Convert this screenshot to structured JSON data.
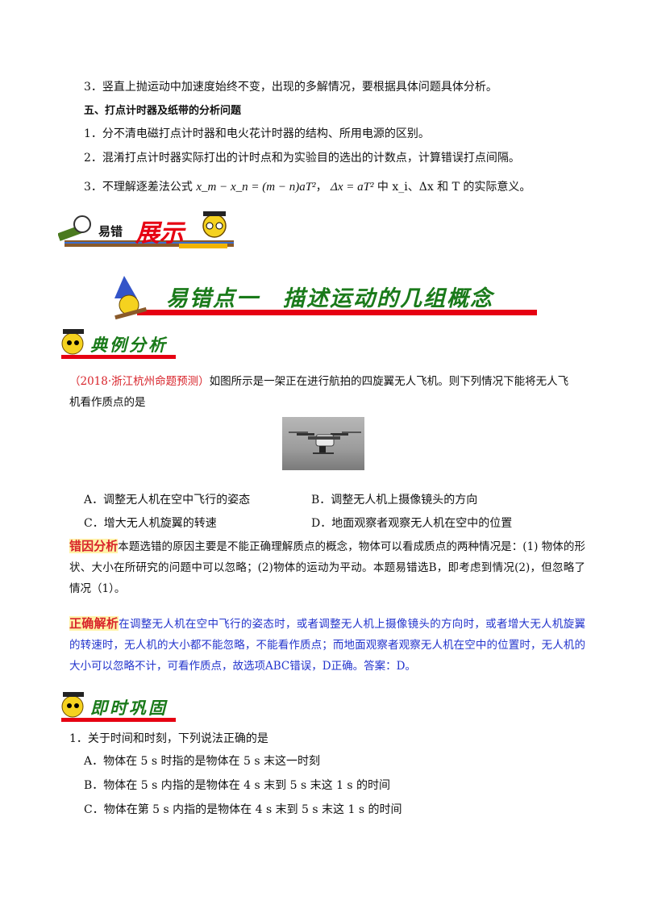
{
  "top": {
    "item3": "3．竖直上抛运动中加速度始终不变，出现的多解情况，要根据具体问题具体分析。",
    "section5_title": "五、打点计时器及纸带的分析问题",
    "s5_item1": "1．分不清电磁打点计时器和电火花计时器的结构、所用电源的区别。",
    "s5_item2": "2．混淆打点计时器实际打出的计时点和为实验目的选出的计数点，计算错误打点间隔。",
    "s5_item3_prefix": "3．不理解逐差法公式",
    "s5_item3_formula1": "x_m − x_n = (m − n)aT²",
    "s5_item3_formula2": "Δx = aT²",
    "s5_item3_suffix": "中 x_i、Δx 和 T 的实际意义。"
  },
  "banners": {
    "show_prefix": "易错",
    "show_main": "展示",
    "point1": "易错点一　描述运动的几组概念",
    "example": "典例分析",
    "consolidate": "即时巩固"
  },
  "example": {
    "source": "（2018·浙江杭州命题预测）",
    "question_line1": "如图所示是一架正在进行航拍的四旋翼无人飞机。则下列情况下能将无人飞",
    "question_line2": "机看作质点的是",
    "options": {
      "A": "A．调整无人机在空中飞行的姿态",
      "B": "B．调整无人机上摄像镜头的方向",
      "C": "C．增大无人机旋翼的转速",
      "D": "D．地面观察者观察无人机在空中的位置"
    },
    "error_label": "错因分析",
    "error_text": "本题选错的原因主要是不能正确理解质点的概念，物体可以看成质点的两种情况是：(1) 物体的形状、大小在所研究的问题中可以忽略；(2)物体的运动为平动。本题易错选B，即考虑到情况(2)，但忽略了情况（1）。",
    "correct_label": "正确解析",
    "correct_text": "在调整无人机在空中飞行的姿态时，或者调整无人机上摄像镜头的方向时，或者增大无人机旋翼的转速时，无人机的大小都不能忽略，不能看作质点；而地面观察者观察无人机在空中的位置时，无人机的大小可以忽略不计，可看作质点，故选项ABC错误，D正确。答案：D。"
  },
  "exercise": {
    "q1": "1．关于时间和时刻，下列说法正确的是",
    "A": "A．物体在 5 s 时指的是物体在 5 s 末这一时刻",
    "B": "B．物体在 5 s 内指的是物体在 4 s 末到 5 s 末这 1 s 的时间",
    "C": "C．物体在第 5 s 内指的是物体在 4 s 末到 5 s 末这 1 s 的时间"
  },
  "colors": {
    "red": "#d8232a",
    "blue": "#2233cc",
    "banner_red": "#e60012",
    "banner_green": "#1a7a1a"
  }
}
